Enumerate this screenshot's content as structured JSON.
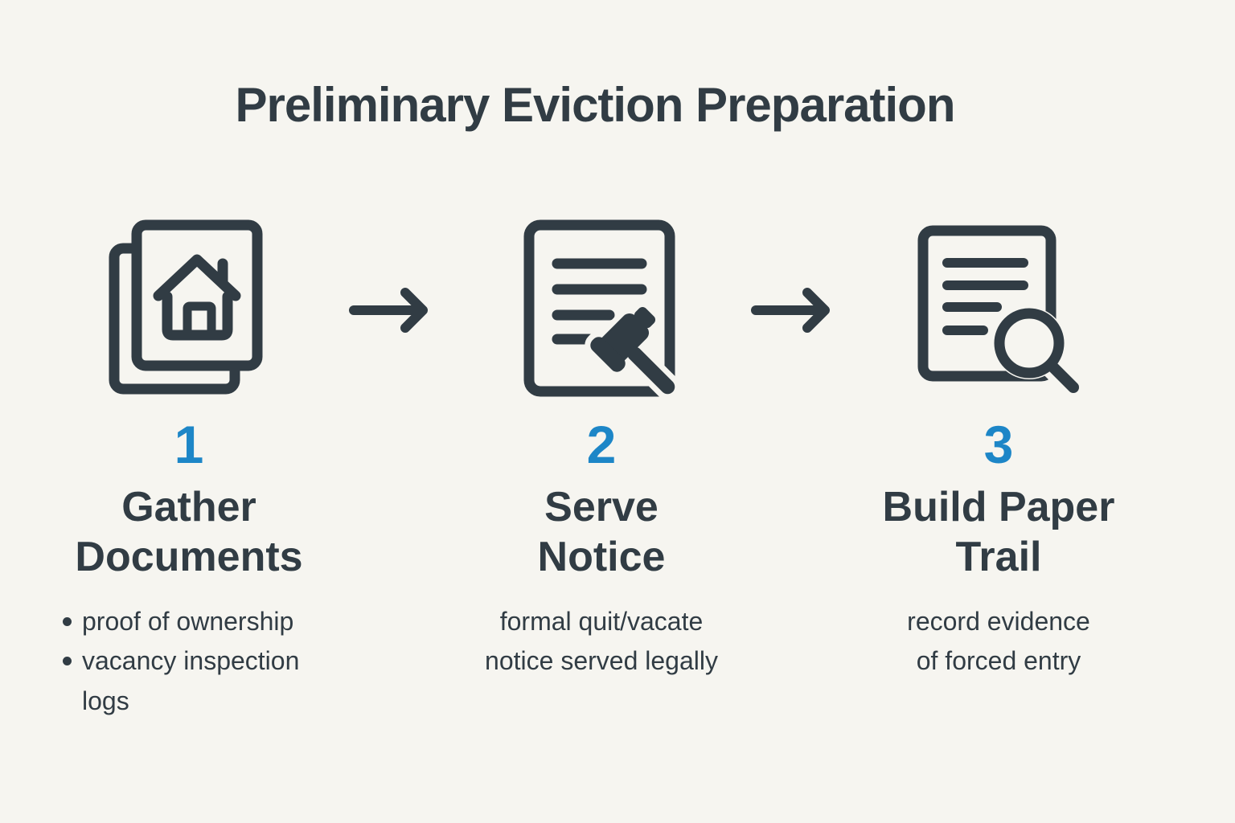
{
  "title": "Preliminary Eviction Preparation",
  "colors": {
    "background": "#f6f5f0",
    "dark": "#313c44",
    "accent": "#1d86c7"
  },
  "steps": [
    {
      "number": "1",
      "icon": "documents-house-icon",
      "title": "Gather\nDocuments",
      "bullets": [
        "proof of ownership",
        "vacancy inspection logs"
      ]
    },
    {
      "number": "2",
      "icon": "document-gavel-icon",
      "title": "Serve\nNotice",
      "description": "formal quit/vacate\nnotice served legally"
    },
    {
      "number": "3",
      "icon": "document-magnifier-icon",
      "title": "Build Paper\nTrail",
      "description": "record evidence\nof forced entry"
    }
  ],
  "connector": {
    "icon": "right-arrow-icon"
  }
}
